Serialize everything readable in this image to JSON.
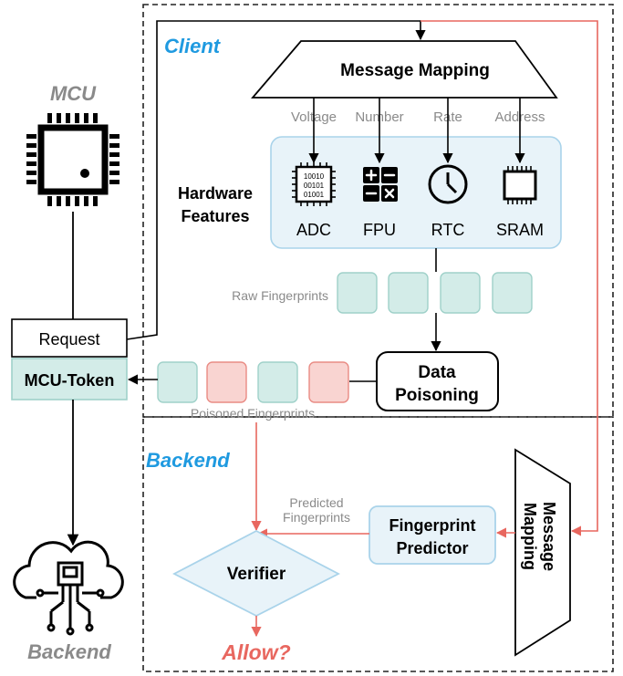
{
  "mcu": {
    "title": "MCU",
    "request_label": "Request",
    "token_label": "MCU-Token"
  },
  "client": {
    "title": "Client"
  },
  "message_mapping": {
    "label": "Message Mapping",
    "inputs": [
      "Voltage",
      "Number",
      "Rate",
      "Address"
    ]
  },
  "hardware": {
    "label_line1": "Hardware",
    "label_line2": "Features",
    "features": [
      {
        "name": "ADC",
        "icon": "adc-chip-icon",
        "chip_text": [
          "10010",
          "00101",
          "01001"
        ]
      },
      {
        "name": "FPU",
        "icon": "calculator-icon"
      },
      {
        "name": "RTC",
        "icon": "clock-icon"
      },
      {
        "name": "SRAM",
        "icon": "memory-chip-icon"
      }
    ]
  },
  "fingerprints": {
    "raw_label": "Raw Fingerprints",
    "poisoned_label": "Poisoned Fingerprints",
    "predicted_line1": "Predicted",
    "predicted_line2": "Fingerprints"
  },
  "data_poisoning": {
    "line1": "Data",
    "line2": "Poisoning"
  },
  "backend": {
    "title": "Backend",
    "message_mapping_line1": "Message",
    "message_mapping_line2": "Mapping",
    "predictor_line1": "Fingerprint",
    "predictor_line2": "Predictor",
    "verifier_label": "Verifier",
    "outcome_label": "Allow?",
    "cloud_label": "Backend"
  },
  "colors": {
    "client_title": "#1f9ae0",
    "grey_text": "#8a8a8a",
    "fingerprint_clean": "#d3ece8",
    "fingerprint_clean_border": "#9fd1c9",
    "fingerprint_poisoned": "#f9d4d1",
    "fingerprint_poisoned_border": "#e98b84",
    "panel_fill": "#e8f3f9",
    "panel_border": "#a9d3ea",
    "red_arrow": "#e8675f",
    "allow": "#e8675f"
  }
}
